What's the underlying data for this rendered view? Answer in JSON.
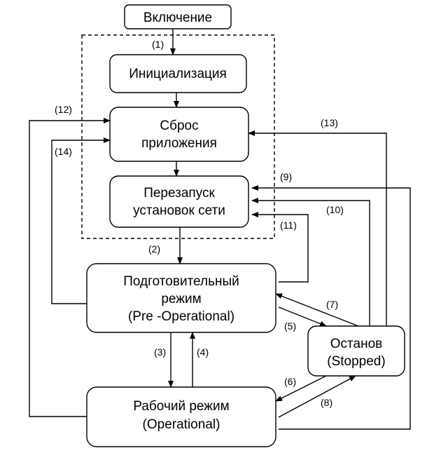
{
  "states": {
    "power_on": {
      "lines": [
        "Включение"
      ]
    },
    "init": {
      "lines": [
        "Инициализация"
      ]
    },
    "reset_app": {
      "lines": [
        "Сброс",
        "приложения"
      ]
    },
    "reset_net": {
      "lines": [
        "Перезапуск",
        "установок сети"
      ]
    },
    "preop": {
      "lines": [
        "Подготовительный",
        "режим",
        "(Pre -Operational)"
      ]
    },
    "stopped": {
      "lines": [
        "Останов",
        "(Stopped)"
      ]
    },
    "operational": {
      "lines": [
        "Рабочий режим",
        "(Operational)"
      ]
    }
  },
  "transitions": [
    {
      "id": "t1",
      "label": "(1)"
    },
    {
      "id": "t2",
      "label": "(2)"
    },
    {
      "id": "t3",
      "label": "(3)"
    },
    {
      "id": "t4",
      "label": "(4)"
    },
    {
      "id": "t5",
      "label": "(5)"
    },
    {
      "id": "t6",
      "label": "(6)"
    },
    {
      "id": "t7",
      "label": "(7)"
    },
    {
      "id": "t8",
      "label": "(8)"
    },
    {
      "id": "t9",
      "label": "(9)"
    },
    {
      "id": "t10",
      "label": "(10)"
    },
    {
      "id": "t11",
      "label": "(11)"
    },
    {
      "id": "t12",
      "label": "(12)"
    },
    {
      "id": "t13",
      "label": "(13)"
    },
    {
      "id": "t14",
      "label": "(14)"
    }
  ]
}
